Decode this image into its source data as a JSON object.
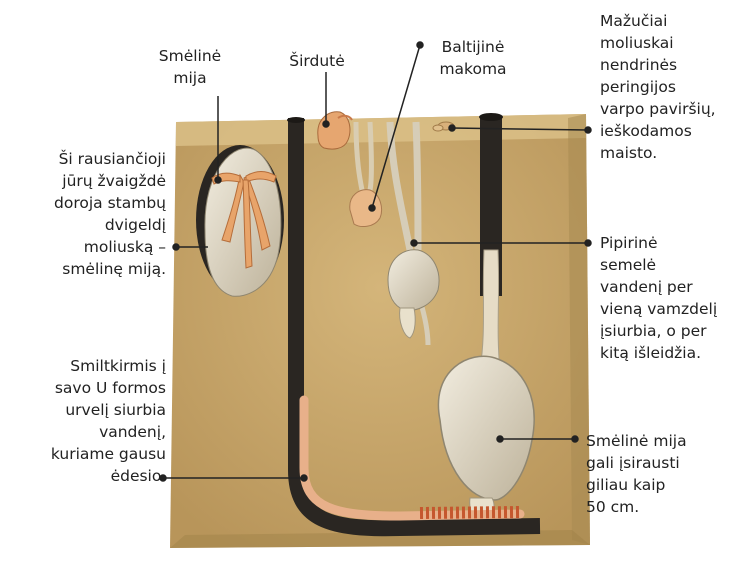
{
  "labels": {
    "smeline_mija_top": [
      "Smėlinė",
      "mija"
    ],
    "sirdute": [
      "Širdutė"
    ],
    "baltijine_makoma": [
      "Baltijinė",
      "makoma"
    ],
    "mazuciai": [
      "Mažučiai",
      "moliuskai",
      "nendrinės",
      "peringijos",
      "varpo paviršių,",
      "ieškodamos",
      "maisto."
    ],
    "zvaigzde": [
      "Ši rausiančioji",
      "jūrų žvaigždė",
      "doroja stambų",
      "dvigeldį",
      "moliuską –",
      "smėlinę miją."
    ],
    "pipirine": [
      "Pipirinė",
      "semelė",
      "vandenį per",
      "vieną vamzdelį",
      "įsiurbia, o per",
      "kitą išleidžia."
    ],
    "smiltkirmis": [
      "Smiltkirmis į",
      "savo U formos",
      "urvelį siurbia",
      "vandenį,",
      "kuriame gausu",
      "ėdesio."
    ],
    "smeline_mija_bottom": [
      "Smėlinė mija",
      "gali įsirausti",
      "giliau kaip",
      "50 cm."
    ]
  },
  "colors": {
    "sand": "#c9a86a",
    "sand_dark": "#a98a4e",
    "surface": "#d9bd82",
    "burrow": "#2a2622",
    "shell": "#e8e0cc",
    "starfish": "#e8a46a",
    "worm": "#e2a27a",
    "leader": "#222222"
  }
}
